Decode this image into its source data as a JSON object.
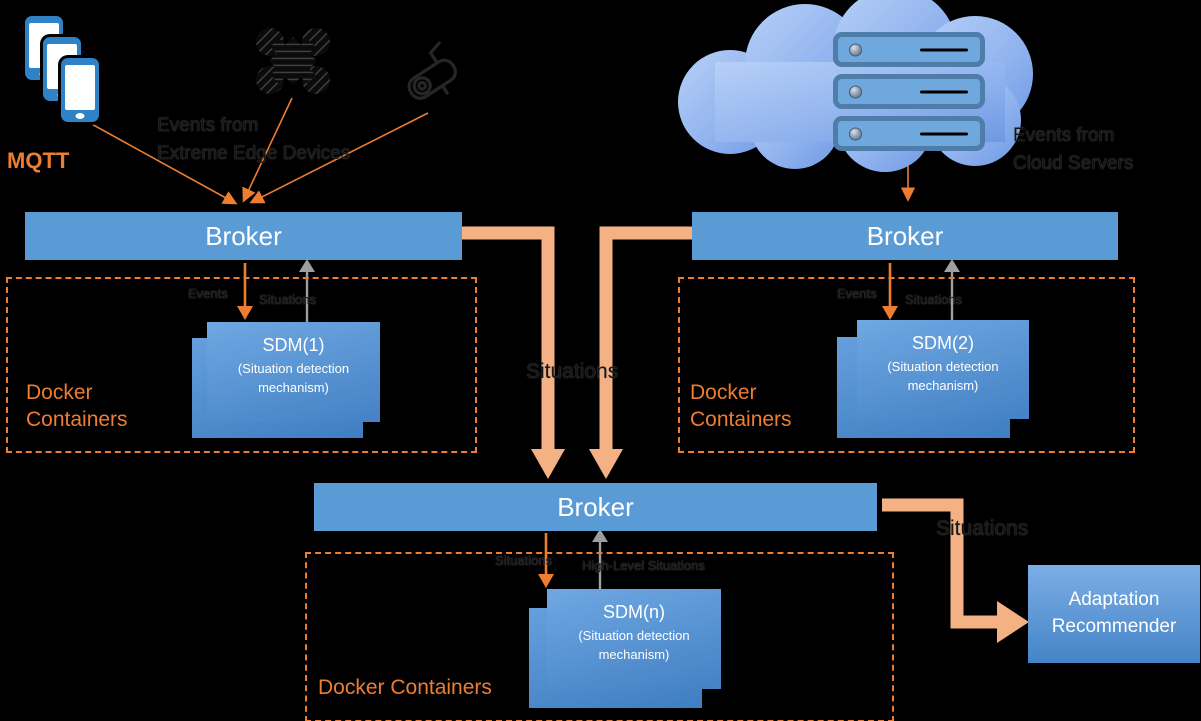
{
  "sources": {
    "mqtt": "MQTT",
    "edge_events": {
      "line1": "Events from",
      "line2": "Extreme Edge Devices"
    },
    "cloud_events": {
      "line1": "Events from",
      "line2": "Cloud Servers"
    }
  },
  "brokers": {
    "left": "Broker",
    "right": "Broker",
    "center": "Broker"
  },
  "docker_labels": {
    "left": "Docker Containers",
    "right": "Docker Containers",
    "bottom": "Docker Containers"
  },
  "sdm": {
    "left": {
      "title": "SDM(1)",
      "subtitle": "(Situation detection mechanism)"
    },
    "right": {
      "title": "SDM(2)",
      "subtitle": "(Situation detection mechanism)"
    },
    "bottom": {
      "title": "SDM(n)",
      "subtitle": "(Situation detection mechanism)"
    }
  },
  "flow_labels": {
    "left_events": "Events",
    "left_situations": "Situations",
    "right_events": "Events",
    "right_situations": "Situations",
    "center_feed_situations": "Situations",
    "center_situations": "Situations",
    "center_high_level_situations": "High-Level Situations",
    "recommender_situations": "Situations"
  },
  "recommender": {
    "label": "Adaptation Recommender"
  },
  "icons": {
    "phones": "smartphone-stack-icon",
    "drone": "drone-icon",
    "camera": "cctv-camera-icon",
    "cloud": "cloud-icon",
    "servers": "server-rack-icon"
  },
  "colors": {
    "broker_blue": "#5B9BD5",
    "sdm_blue_top": "#6FA8E2",
    "sdm_blue_bottom": "#4481C5",
    "orange": "#ED7D31",
    "thick_arrow_orange": "#F4B183",
    "gray_arrow": "#9E9E9E",
    "dark_text": "#161616",
    "background": "#000000"
  }
}
